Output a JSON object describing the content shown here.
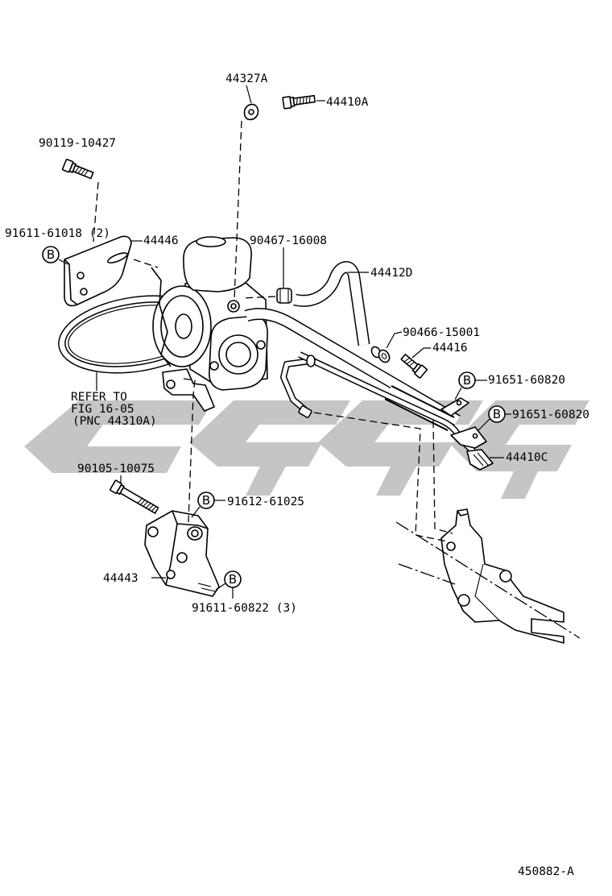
{
  "diagram": {
    "marker": "B",
    "parts": {
      "p44327a": "44327A",
      "p44410a": "44410A",
      "p90119_10427": "90119-10427",
      "p91611_61018": "91611-61018 (2)",
      "p44446": "44446",
      "p90467_16008": "90467-16008",
      "p44412d": "44412D",
      "p90466_15001": "90466-15001",
      "p44416": "44416",
      "p91651_60820": "91651-60820",
      "p44410c": "44410C",
      "p90105_10075": "90105-10075",
      "p91612_61025": "91612-61025",
      "p44443": "44443",
      "p91611_60822": "91611-60822 (3)"
    },
    "refer_note": {
      "line1": "REFER TO",
      "line2": "FIG 16-05",
      "line3": "(PNC 44310A)"
    },
    "figure_number": "450882-A"
  },
  "colors": {
    "line": "#000000",
    "watermark": "#b7b7b7"
  }
}
